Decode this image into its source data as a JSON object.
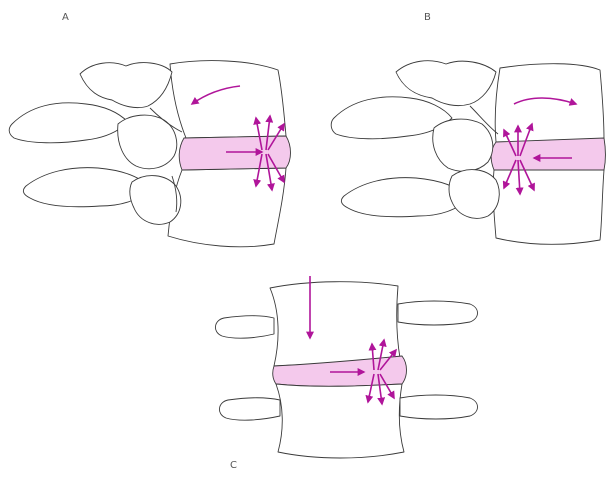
{
  "figure": {
    "panels": [
      {
        "label": "A"
      },
      {
        "label": "B"
      },
      {
        "label": "C"
      }
    ]
  },
  "colors": {
    "arrow": "#b0159a",
    "disc": "#f4c9ec",
    "outline": "#3a3a3a",
    "background": "#ffffff"
  }
}
